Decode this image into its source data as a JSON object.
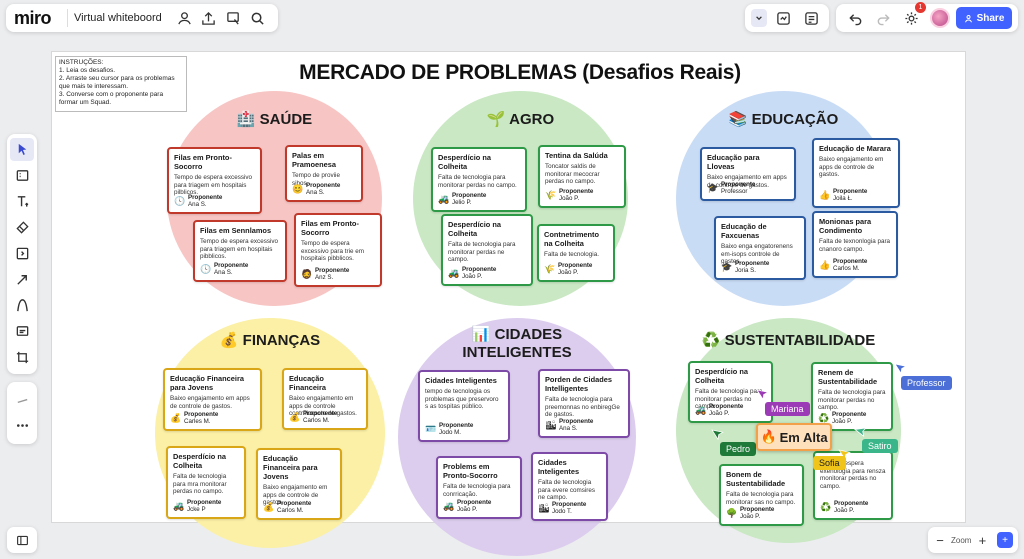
{
  "app": {
    "logo": "miro",
    "board_title": "Virtual whiteboord",
    "share_label": "Share",
    "notifications": "1",
    "zoom_label": "Zoom",
    "help": "+"
  },
  "instructions": {
    "heading": "INSTRUÇÕES:",
    "lines": [
      "1. Leia os desafios.",
      "2. Arraste seu cursor para os problemas que mais te interessam.",
      "3. Converse com o proponente para formar um Squad."
    ]
  },
  "title": "MERCADO DE PROBLEMAS (Desafios Reais)",
  "proponent_label": "Proponente",
  "colors": {
    "saude": "#f7c5c4",
    "agro": "#c9e8c3",
    "educacao": "#c9dcf5",
    "financas": "#fbf0a6",
    "cidades": "#dccdee",
    "sustentabilidade": "#c9e8c3",
    "brand": "#4262ff"
  },
  "circles": [
    {
      "key": "saude",
      "icon": "🏥",
      "title": "SAÚDE",
      "border": "#c0392b",
      "cards": [
        {
          "title": "Filas em Pronto-Socorro",
          "desc": "Tempo de espera excessivo para triagem em hospitais pilblicos.",
          "icon": "🕓",
          "name": "Ana S."
        },
        {
          "title": "Palas em Pramoenesa",
          "desc": "Tempo de proviie sibos.",
          "icon": "😊",
          "name": "Ana S."
        },
        {
          "title": "Filas em Sennlamos",
          "desc": "Tempo de espera excessivo para triagem em hospitais pibblicos.",
          "icon": "🕓",
          "name": "Ana S."
        },
        {
          "title": "Filas em Pronto-Socorro",
          "desc": "Tempo de espera excessivo para trie em hospitais pibblicos.",
          "icon": "🧔",
          "name": "Anz S."
        }
      ]
    },
    {
      "key": "agro",
      "icon": "🌱",
      "title": "AGRO",
      "border": "#2e9a47",
      "cards": [
        {
          "title": "Desperdício na Colheita",
          "desc": "Falta de tecnologia para monitorar perdas no campo.",
          "icon": "🚜",
          "name": "Jelio P."
        },
        {
          "title": "Tentina da Salúda",
          "desc": "Toncator saldis de monitorar mecocrar perdas no campo.",
          "icon": "🌾",
          "name": "João P."
        },
        {
          "title": "Desperdício na Colheita",
          "desc": "Falta de tecnologia para monitorar perdas ne campo.",
          "icon": "🚜",
          "name": "João P."
        },
        {
          "title": "Contnetrimento na Colheita",
          "desc": "Falta de tecnologia.",
          "icon": "🌾",
          "name": "João P."
        }
      ]
    },
    {
      "key": "educacao",
      "icon": "📚",
      "title": "EDUCAÇÃO",
      "border": "#2c5aa0",
      "cards": [
        {
          "title": "Educação para Lloveas",
          "desc": "Baixo engajamento em apps de controle de gastos.",
          "icon": "🎓",
          "name": "Professor"
        },
        {
          "title": "Educação de Marara",
          "desc": "Baixo engajamento em apps de controle de gastos.",
          "icon": "👍",
          "name": "Joila Ł."
        },
        {
          "title": "Educação de Faxcuenas",
          "desc": "Baixo enga engatorenens em-isops controle de gastes.",
          "icon": "🎓",
          "name": "Joria S."
        },
        {
          "title": "Monionas para Condimento",
          "desc": "Falta de texnonlogia para cnanoro campo.",
          "icon": "👍",
          "name": "Carlos M."
        }
      ]
    },
    {
      "key": "financas",
      "icon": "💰",
      "title": "FINANÇAS",
      "border": "#d9a617",
      "cards": [
        {
          "title": "Educação Financeira para Jovens",
          "desc": "Baixo engajamento em apps de controle de gastos.",
          "icon": "💰",
          "name": "Carles M."
        },
        {
          "title": "Educação Financeira",
          "desc": "Baixo engajamento em apps de controle contrnicoscto de gastos.",
          "icon": "💰",
          "name": "Carlos M."
        },
        {
          "title": "Desperdício na Colheita",
          "desc": "Falta de tecnologia para mra monitorar perdas no campo.",
          "icon": "🚜",
          "name": "Jcke P"
        },
        {
          "title": "Educação Financeira para Jovens",
          "desc": "Baixo engajamento em apps de controle de gastos.",
          "icon": "💰",
          "name": "Carlos M."
        }
      ]
    },
    {
      "key": "cidades",
      "icon": "📊",
      "title": "CIDADES\nINTELIGENTES",
      "border": "#7e4aa8",
      "cards": [
        {
          "title": "Cidades Inteligentes",
          "desc": "tempo de tecnologia os problemas que preservoro s as tospitas público.",
          "icon": "🪪",
          "name": "Jodo M."
        },
        {
          "title": "Porden de Cidades Intelligentes",
          "desc": "Falta de tecnologia para preemonnas no enbiregGe de gastos.",
          "icon": "🏙",
          "name": "Ana S."
        },
        {
          "title": "Problems em Pronto-Socorro",
          "desc": "Falta de tecnologia para conrricação.",
          "icon": "🚜",
          "name": "João P."
        },
        {
          "title": "Cidades Inteligentes",
          "desc": "Falta de tecnologia para evere comsires ne campo.",
          "icon": "🏙",
          "name": "Jodo T."
        }
      ]
    },
    {
      "key": "sustentabilidade",
      "icon": "♻️",
      "title": "SUSTENTABILIDADE",
      "border": "#2e9a47",
      "cards": [
        {
          "title": "Desperdício na Colheita",
          "desc": "Falta de tecnologia para monitorar perdas no campo.",
          "icon": "🚜",
          "name": "João P."
        },
        {
          "title": "Renem de Sustentabilidade",
          "desc": "Falta de tecnologia para monitorar perdas no campo.",
          "icon": "♻️",
          "name": "João P."
        },
        {
          "title": "Bonem de Sustentabilidade",
          "desc": "Falta de tecnologia para monitorar sas no campo.",
          "icon": "🌳",
          "name": "João P."
        },
        {
          "title": "",
          "desc": "Falta de espera exenologia para rensza monitorar perdas no campo.",
          "icon": "♻️",
          "name": "João P."
        }
      ]
    }
  ],
  "cursors": [
    {
      "name": "Mariana",
      "color": "#9b3bb5"
    },
    {
      "name": "Pedro",
      "color": "#1f7a3a"
    },
    {
      "name": "Satiro",
      "color": "#3bb58a"
    },
    {
      "name": "Sofia",
      "color": "#f0c419",
      "text_color": "#222"
    },
    {
      "name": "Professor",
      "color": "#4b6fd6"
    }
  ],
  "em_alta": {
    "icon": "🔥",
    "label": "Em Alta"
  }
}
